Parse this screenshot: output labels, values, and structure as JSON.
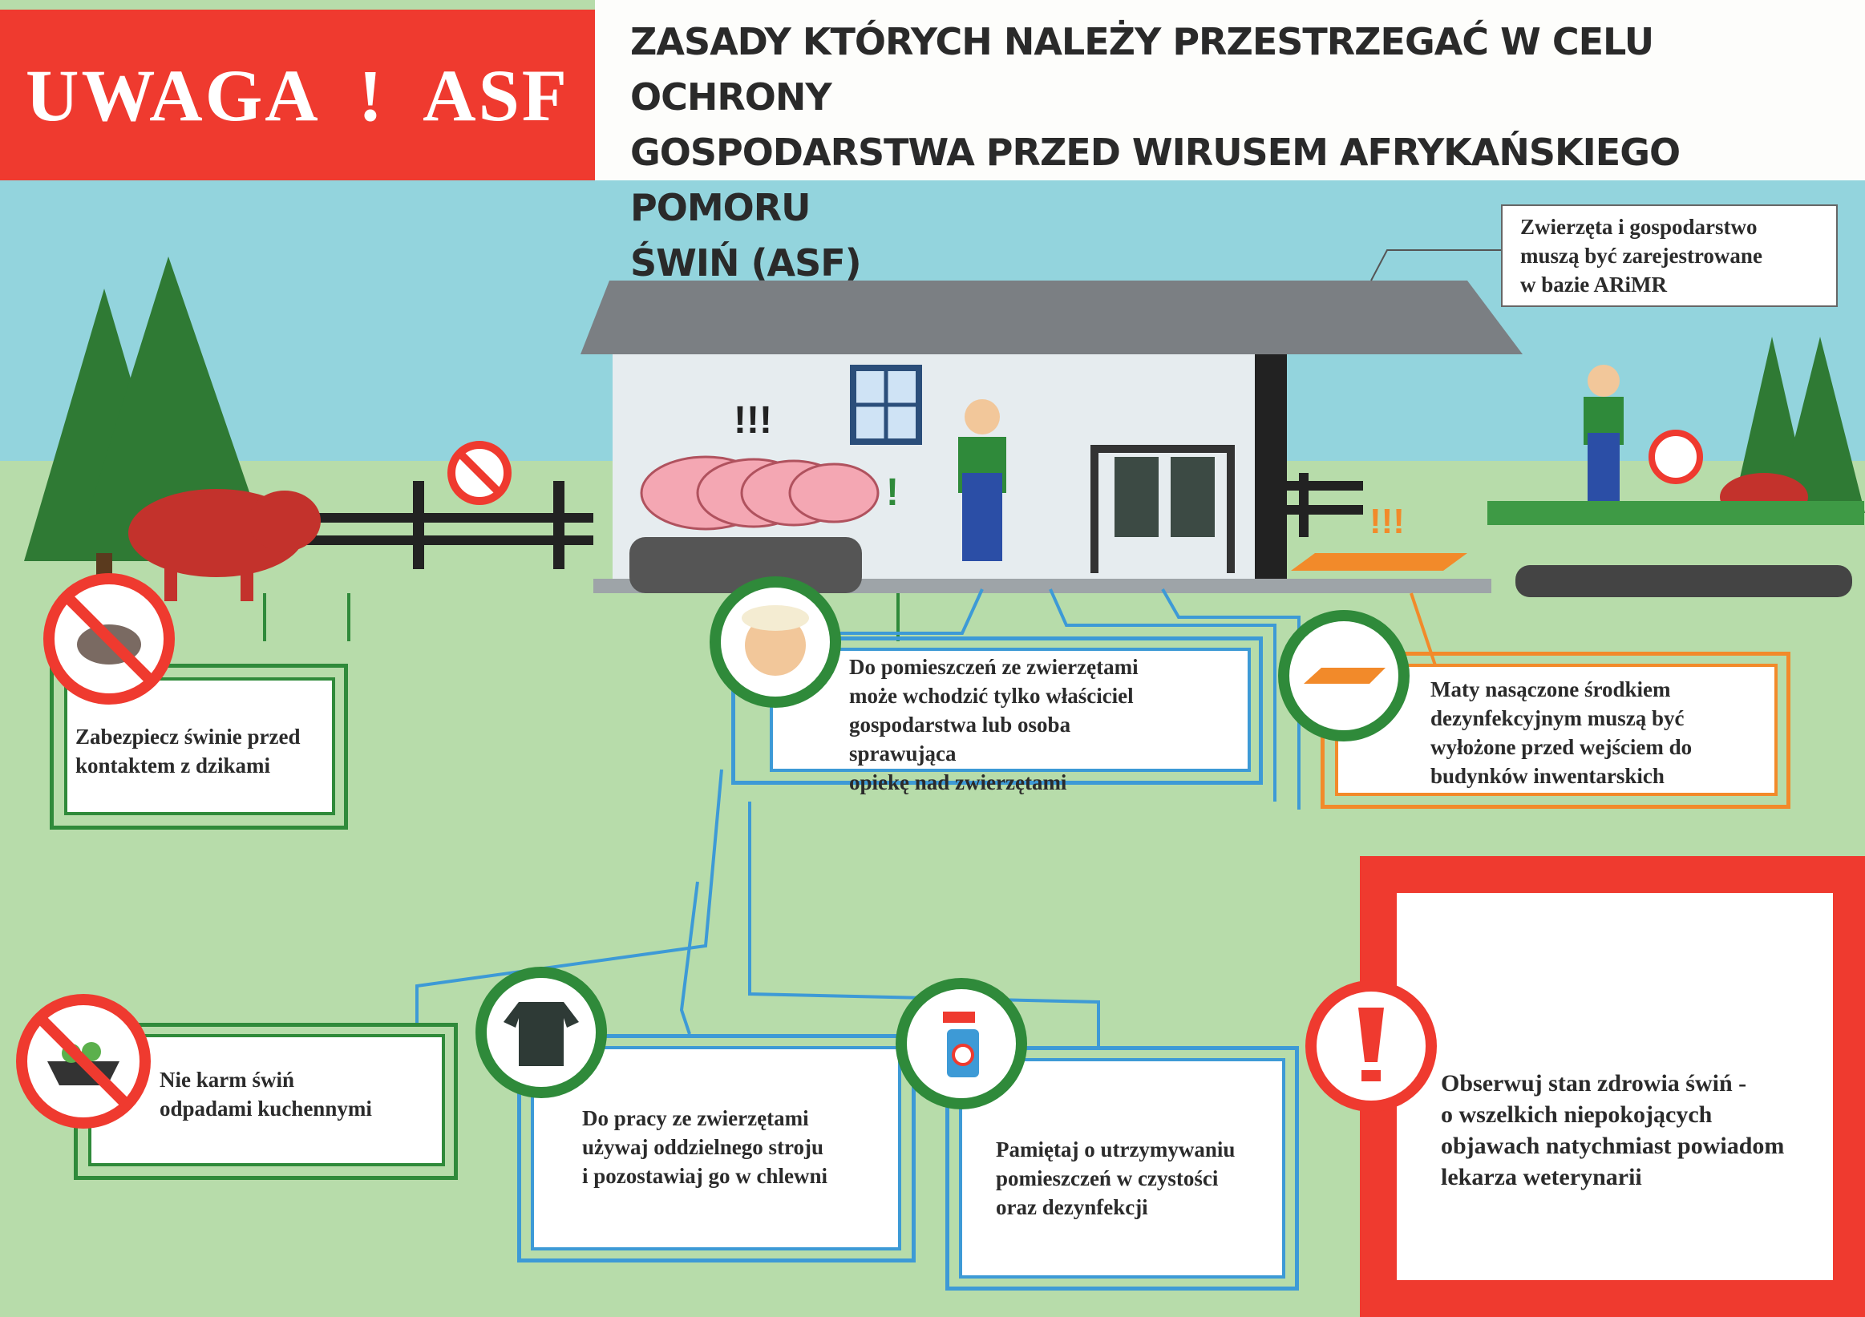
{
  "header": {
    "warning_label": "UWAGA  !  ASF",
    "title_lines": [
      "ZASADY KTÓRYCH NALEŻY PRZESTRZEGAĆ W CELU OCHRONY",
      "GOSPODARSTWA PRZED WIRUSEM AFRYKAŃSKIEGO POMORU",
      "ŚWIŃ (ASF)"
    ]
  },
  "callouts": {
    "registration": [
      "Zwierzęta i gospodarstwo",
      "muszą być zarejestrowane",
      "w bazie ARiMR"
    ],
    "wild_boar": [
      "Zabezpiecz świnie przed",
      "kontaktem z dzikami"
    ],
    "access": [
      "Do pomieszczeń ze zwierzętami",
      "może wchodzić tylko właściciel",
      "gospodarstwa lub osoba sprawująca",
      "opiekę nad zwierzętami"
    ],
    "mats": [
      "Maty nasączone środkiem",
      "dezynfekcyjnym muszą być",
      "wyłożone przed wejściem do",
      "budynków inwentarskich"
    ],
    "kitchen_waste": [
      "Nie karm świń",
      "odpadami kuchennymi"
    ],
    "clothing": [
      "Do pracy ze zwierzętami",
      "używaj oddzielnego stroju",
      "i pozostawiaj go w chlewni"
    ],
    "cleanliness": [
      "Pamiętaj o utrzymywaniu",
      "pomieszczeń w czystości",
      "oraz dezynfekcji"
    ],
    "health": [
      "Obserwuj stan zdrowia świń -",
      "o wszelkich niepokojących",
      "objawach natychmiast powiadom",
      "lekarza weterynarii"
    ]
  },
  "scene_marks": {
    "exclaim_pigs": "!!!",
    "exclaim_single": "!",
    "exclaim_mat": "!!!"
  },
  "colors": {
    "red": "#ef3a2f",
    "green": "#2f8a3a",
    "blue": "#3d9ad6",
    "orange": "#f28a2a",
    "sky": "#93d4dd",
    "grass": "#b7dcaa"
  }
}
